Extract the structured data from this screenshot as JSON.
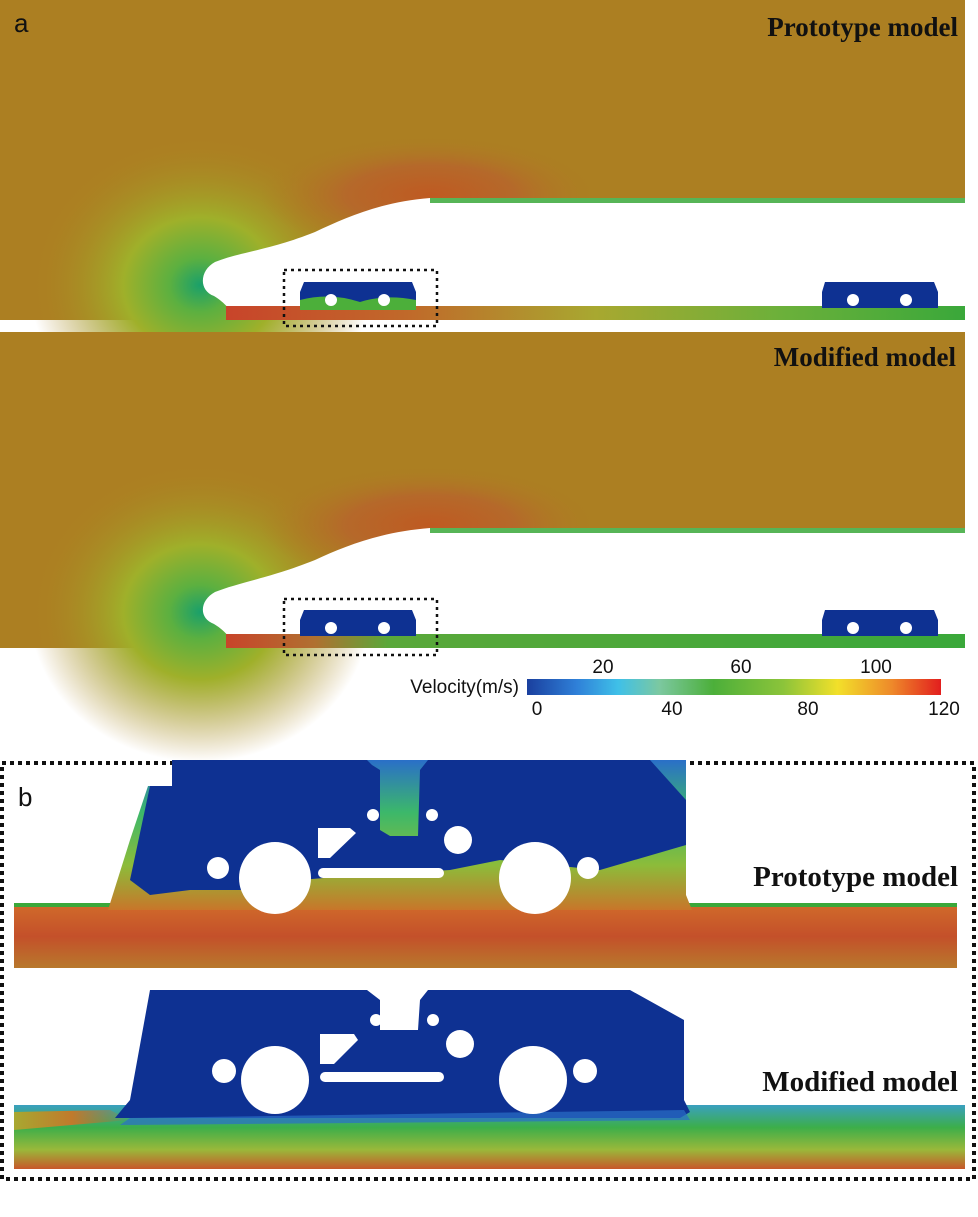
{
  "panel_a": {
    "letter": "a",
    "top_title": "Prototype model",
    "bottom_title": "Modified model"
  },
  "colorbar": {
    "label": "Velocity(m/s)",
    "ticks_top": [
      "20",
      "60",
      "100"
    ],
    "ticks_bottom": [
      "0",
      "40",
      "80",
      "120"
    ],
    "range": [
      0,
      120
    ],
    "colors": [
      "#1a3f9e",
      "#2f80d8",
      "#3fc0e8",
      "#7cc8a0",
      "#4caf3a",
      "#8cc43a",
      "#f2e02a",
      "#ee8a2a",
      "#e21e1e"
    ]
  },
  "panel_b": {
    "letter": "b",
    "top_title": "Prototype model",
    "bottom_title": "Modified model"
  },
  "colors": {
    "freestream": "#ac7f22",
    "body_blue": "#0e3192",
    "ground_green": "#3aa83a",
    "ground_red": "#c8552a",
    "stagnation_green": "#2ea35a"
  }
}
